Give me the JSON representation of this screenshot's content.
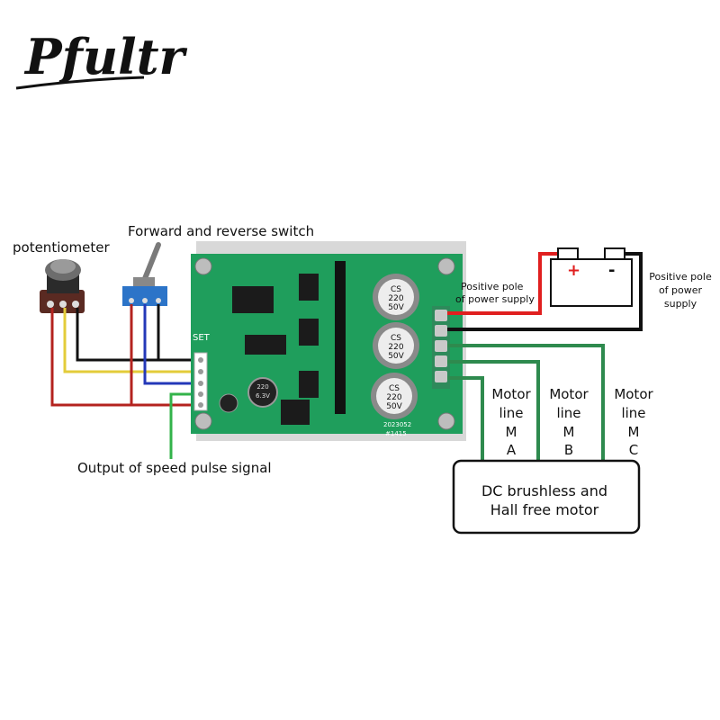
{
  "brand": {
    "logo_text": "Pfultr"
  },
  "labels": {
    "potentiometer": "potentiometer",
    "switch": "Forward and reverse switch",
    "speed_pulse": "Output of speed pulse signal",
    "positive_pole_1": "Positive pole",
    "positive_pole_2": "of power supply",
    "positive_pole_right_1": "Positive pole",
    "positive_pole_right_2": "of power",
    "positive_pole_right_3": "supply",
    "motor_a": [
      "Motor",
      "line",
      "M",
      "A"
    ],
    "motor_b": [
      "Motor",
      "line",
      "M",
      "B"
    ],
    "motor_c": [
      "Motor",
      "line",
      "M",
      "C"
    ],
    "motor_box_1": "DC brushless and",
    "motor_box_2": "Hall free motor"
  },
  "battery": {
    "plus": "+",
    "minus": "-"
  },
  "board": {
    "cap_label_1": "CS",
    "cap_label_2": "220",
    "cap_label_3": "50V",
    "small_cap_1": "220",
    "small_cap_2": "6.3V",
    "set_label": "SET",
    "date_code": "2023052",
    "part_code": "#1415"
  },
  "colors": {
    "board_green": "#1f9e5c",
    "wire_red": "#b4231f",
    "wire_black": "#111111",
    "wire_yellow": "#e3cc3a",
    "wire_blue": "#2438b8",
    "wire_green": "#33b34a",
    "power_red": "#e01f1f"
  }
}
